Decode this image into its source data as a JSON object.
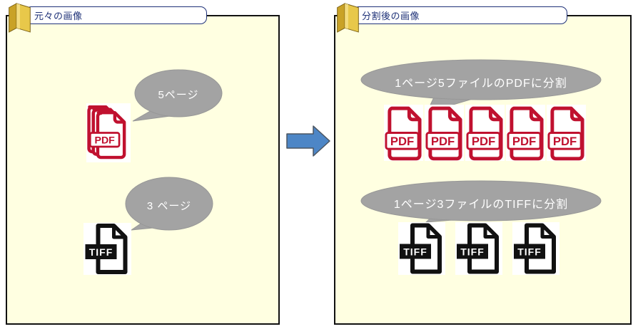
{
  "left_panel": {
    "title": "元々の画像",
    "pdf_bubble": "5ページ",
    "tiff_bubble": "3 ページ",
    "pdf_icon_label": "PDF",
    "tiff_icon_label": "TIFF"
  },
  "right_panel": {
    "title": "分割後の画像",
    "pdf_bubble": "1ページ5ファイルのPDFに分割",
    "tiff_bubble": "1ページ3ファイルのTIFFに分割",
    "pdf_count": 5,
    "tiff_count": 3,
    "pdf_icon_label": "PDF",
    "tiff_icon_label": "TIFF"
  },
  "colors": {
    "panel_fill": "#FFFFE1",
    "panel_border": "#111111",
    "label_border": "#1F3278",
    "bubble_gray": "#A3A3A3",
    "pdf_red": "#C0112F",
    "tiff_black": "#111111",
    "arrow_blue": "#4D86C6",
    "folder_gold": "#E2BE3C"
  }
}
